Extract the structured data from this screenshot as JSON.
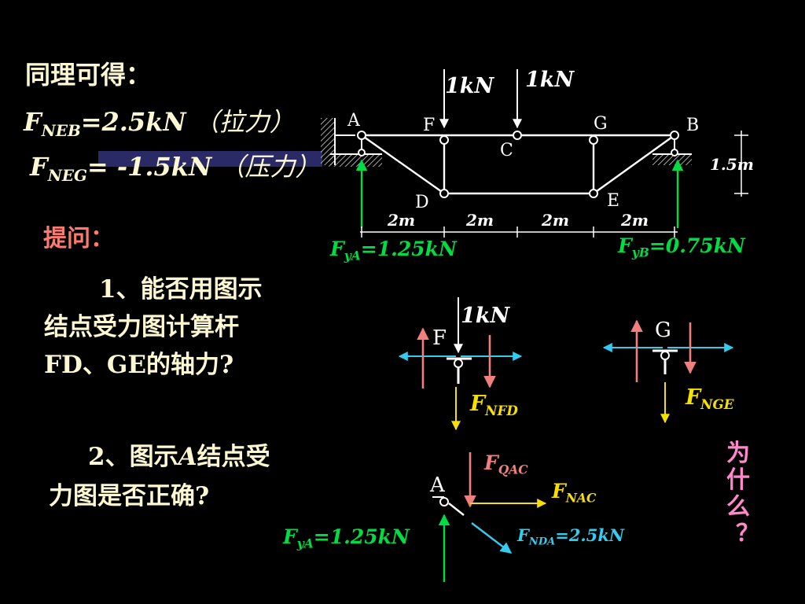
{
  "heading": "同理可得：",
  "feb": {
    "sym": "F",
    "sub": "NEB",
    "val": "=2.5kN",
    "note": "（拉力）"
  },
  "feg": {
    "sym": "F",
    "sub": "NEG",
    "val": "= -1.5kN",
    "note": "（压力）"
  },
  "ask": "提问：",
  "q1": {
    "line1": "1、能否用图示",
    "line2": "结点受力图计算杆",
    "line3a": "FD、GE",
    "line3b": "的轴力?"
  },
  "q2": {
    "line1a": "2、图示",
    "line1b": "A",
    "line1c": "结点受",
    "line2a": "力图是否正确",
    "line2b": "?"
  },
  "why": [
    "为",
    "什",
    "么",
    "？"
  ],
  "truss": {
    "load1": "1kN",
    "load2": "1kN",
    "nodes": {
      "a": "A",
      "b": "B",
      "c": "C",
      "d": "D",
      "e": "E",
      "f": "F",
      "g": "G"
    },
    "spans": [
      "2m",
      "2m",
      "2m",
      "2m"
    ],
    "height": "1.5m",
    "fya": {
      "sym": "F",
      "sub": "yA",
      "val": "=1.25kN"
    },
    "fyb": {
      "sym": "F",
      "sub": "yB",
      "val": "=0.75kN"
    }
  },
  "fbd_f": {
    "node": "F",
    "load": "1kN",
    "force": {
      "sym": "F",
      "sub": "NFD"
    }
  },
  "fbd_g": {
    "node": "G",
    "force": {
      "sym": "F",
      "sub": "NGE"
    }
  },
  "fbd_a": {
    "node": "A",
    "fqac": {
      "sym": "F",
      "sub": "QAC"
    },
    "fnac": {
      "sym": "F",
      "sub": "NAC"
    },
    "fnda": {
      "sym": "F",
      "sub": "NDA",
      "val": "=2.5kN"
    },
    "fya": {
      "sym": "F",
      "sub": "yA",
      "val": "=1.25kN"
    }
  },
  "colors": {
    "background": "#000000",
    "text": "#fdf8d2",
    "green": "#00dd44",
    "pink": "#f08080",
    "cyan": "#33ccee",
    "yellow": "#f5e000",
    "white": "#ffffff",
    "question": "#ff7a6e",
    "why": "#ff88cc"
  }
}
